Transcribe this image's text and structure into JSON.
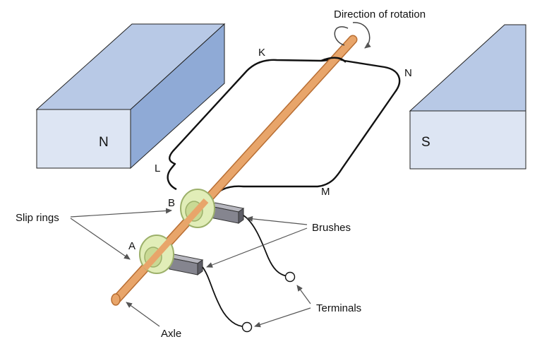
{
  "labels": {
    "direction": "Direction of rotation",
    "coil_k": "K",
    "coil_n": "N",
    "coil_l": "L",
    "coil_m": "M",
    "magnet_n": "N",
    "magnet_s": "S",
    "ring_a": "A",
    "ring_b": "B",
    "slip_rings": "Slip rings",
    "brushes": "Brushes",
    "terminals": "Terminals",
    "axle": "Axle"
  },
  "colors": {
    "magnet_top": "#b8c9e6",
    "magnet_side": "#8faad6",
    "magnet_front": "#dde5f3",
    "axle": "#e8a56a",
    "axle_dark": "#b86e33",
    "ring": "#e1edb8",
    "ring_dark": "#9cb06a",
    "brush": "#85858f",
    "coil": "#111111"
  },
  "icons": [
    "rotation-arrow-icon"
  ]
}
